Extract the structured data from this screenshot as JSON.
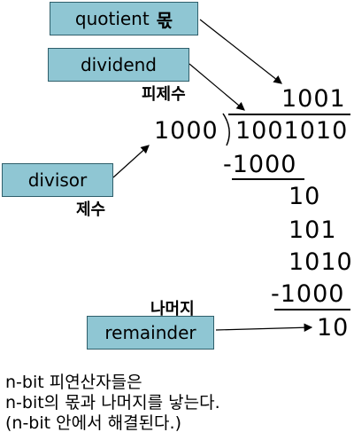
{
  "labels": {
    "quotient": "quotient",
    "quotient_kor": "몫",
    "dividend": "dividend",
    "dividend_kor": "피제수",
    "divisor": "divisor",
    "divisor_kor": "제수",
    "remainder": "remainder",
    "remainder_kor": "나머지"
  },
  "division": {
    "quotient": "1001",
    "divisor": "1000",
    "dividend": "1001010",
    "step1_sub": "-1000",
    "step2": "10",
    "step3": "101",
    "step4": "1010",
    "step5_sub": "-1000",
    "remainder": "10"
  },
  "note": {
    "line1": "n-bit 피연산자들은",
    "line2": "n-bit의 몫과 나머지를 낳는다.",
    "line3": "(n-bit 안에서 해결된다.)"
  }
}
